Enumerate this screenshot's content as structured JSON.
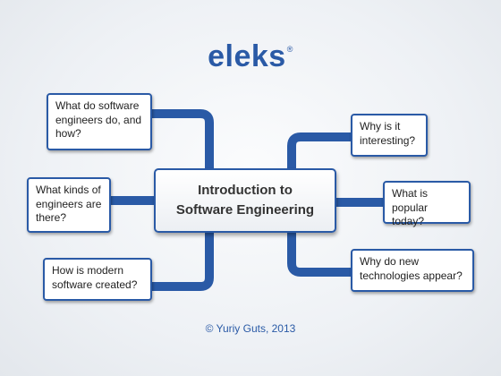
{
  "logo": {
    "text": "eleks",
    "mark": "®"
  },
  "central_topic": {
    "line1": "Introduction to",
    "line2": "Software Engineering"
  },
  "left_branches": [
    {
      "text": "What do software engineers do, and how?"
    },
    {
      "text": "What kinds of engineers are there?"
    },
    {
      "text": "How is modern software created?"
    }
  ],
  "right_branches": [
    {
      "text": "Why is it interesting?"
    },
    {
      "text": "What is popular today?"
    },
    {
      "text": "Why do new technologies appear?"
    }
  ],
  "credit": "© Yuriy Guts, 2013",
  "colors": {
    "accent": "#2a5aa6",
    "background": "#eef1f5",
    "node_fill": "#ffffff"
  }
}
